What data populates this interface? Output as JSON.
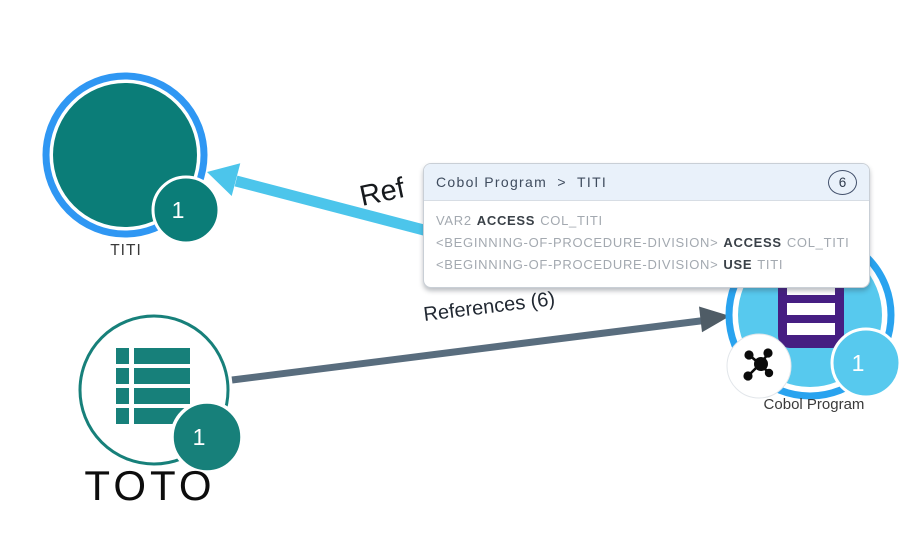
{
  "graph": {
    "nodes": {
      "titi": {
        "label": "TITI",
        "badge": "1"
      },
      "toto": {
        "label": "TOTO",
        "badge": "1"
      },
      "cobol": {
        "label": "Cobol Program",
        "badge": "1"
      }
    },
    "edges": {
      "references": {
        "label": "References (6)",
        "color": "#596d7e"
      },
      "titi_ref": {
        "visible_label": "Ref",
        "color": "#4cc5eb"
      }
    }
  },
  "tooltip": {
    "title": "Cobol Program  >  TITI",
    "count": "6",
    "rows": [
      {
        "parts": [
          "VAR2",
          "ACCESS",
          "COL_TITI"
        ]
      },
      {
        "parts": [
          "<BEGINNING-OF-PROCEDURE-DIVISION>",
          "ACCESS",
          "COL_TITI"
        ]
      },
      {
        "parts": [
          "<BEGINNING-OF-PROCEDURE-DIVISION>",
          "USE",
          "TITI"
        ]
      }
    ]
  },
  "icons": {
    "toto_icon": "list-detail-icon",
    "cobol_icon": "program-stripes-icon",
    "expand_icon": "network-share-icon"
  },
  "colors": {
    "teal": "#0b7d78",
    "teal_outline": "#17807a",
    "blue_ring": "#2f97f3",
    "node_cyan": "#57c9ee",
    "node_cyan_ring": "#29a3ef",
    "purple_icon": "#461e82",
    "tooltip_header_bg": "#e9f1fa"
  }
}
